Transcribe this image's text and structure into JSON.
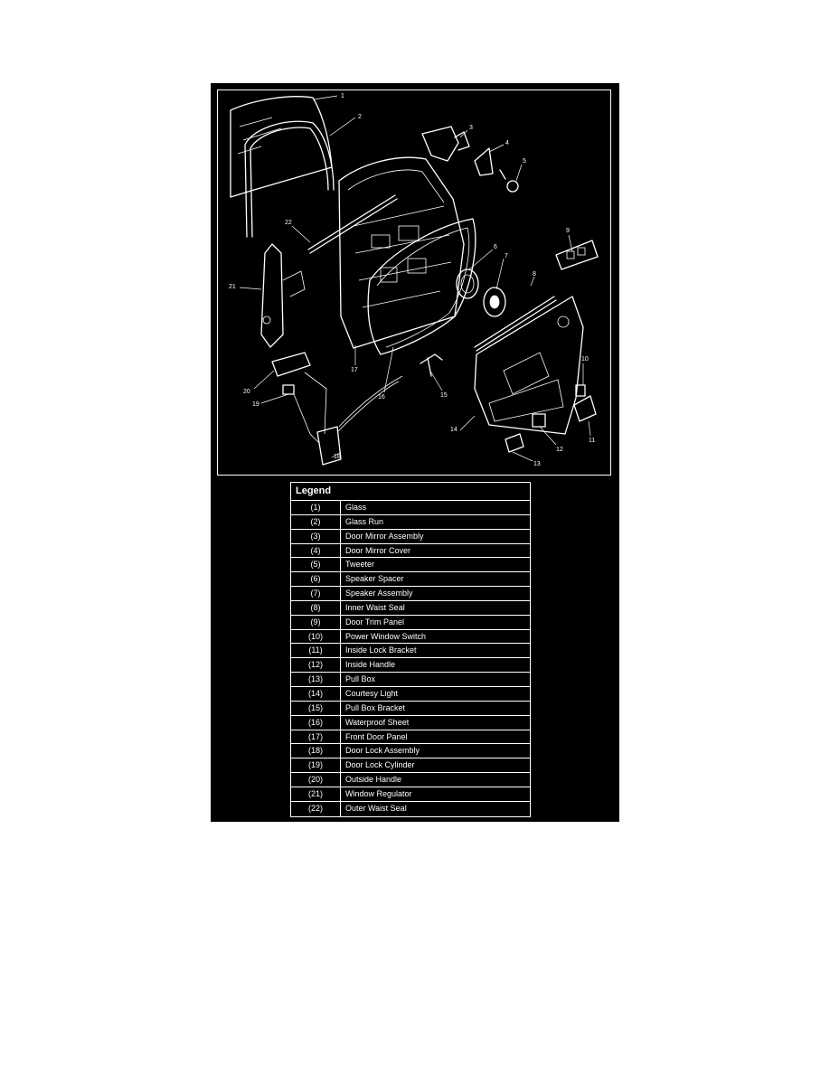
{
  "diagram": {
    "callouts": [
      "1",
      "2",
      "3",
      "4",
      "5",
      "6",
      "7",
      "8",
      "9",
      "10",
      "11",
      "12",
      "13",
      "14",
      "15",
      "16",
      "17",
      "18",
      "19",
      "20",
      "21",
      "22"
    ]
  },
  "legend": {
    "title": "Legend",
    "rows": [
      {
        "num": "(1)",
        "desc": "Glass"
      },
      {
        "num": "(2)",
        "desc": "Glass Run"
      },
      {
        "num": "(3)",
        "desc": "Door Mirror Assembly"
      },
      {
        "num": "(4)",
        "desc": "Door Mirror Cover"
      },
      {
        "num": "(5)",
        "desc": "Tweeter"
      },
      {
        "num": "(6)",
        "desc": "Speaker Spacer"
      },
      {
        "num": "(7)",
        "desc": "Speaker Assembly"
      },
      {
        "num": "(8)",
        "desc": "Inner Waist Seal"
      },
      {
        "num": "(9)",
        "desc": "Door Trim Panel"
      },
      {
        "num": "(10)",
        "desc": "Power Window Switch"
      },
      {
        "num": "(11)",
        "desc": "Inside Lock Bracket"
      },
      {
        "num": "(12)",
        "desc": "Inside Handle"
      },
      {
        "num": "(13)",
        "desc": "Pull Box"
      },
      {
        "num": "(14)",
        "desc": "Courtesy Light"
      },
      {
        "num": "(15)",
        "desc": "Pull Box Bracket"
      },
      {
        "num": "(16)",
        "desc": "Waterproof Sheet"
      },
      {
        "num": "(17)",
        "desc": "Front Door Panel"
      },
      {
        "num": "(18)",
        "desc": "Door Lock Assembly"
      },
      {
        "num": "(19)",
        "desc": "Door Lock Cylinder"
      },
      {
        "num": "(20)",
        "desc": "Outside Handle"
      },
      {
        "num": "(21)",
        "desc": "Window Regulator"
      },
      {
        "num": "(22)",
        "desc": "Outer Waist Seal"
      }
    ]
  }
}
